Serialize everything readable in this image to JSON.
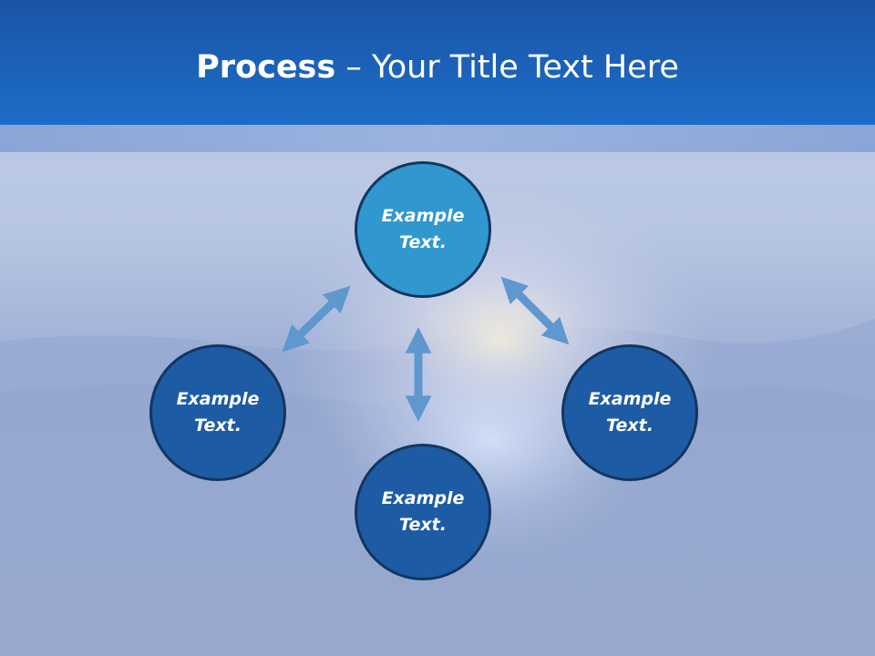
{
  "header": {
    "title_bold": "Process",
    "title_rest": " – Your Title Text Here"
  },
  "colors": {
    "header": "#1a55a6",
    "circle_top": "#3097cf",
    "circle_other": "#1d5ca4",
    "arrow": "#5f97cf",
    "circle_border": "#12365f"
  },
  "diagram": {
    "nodes": [
      {
        "id": "top",
        "label": "Example\nText."
      },
      {
        "id": "left",
        "label": "Example\nText."
      },
      {
        "id": "right",
        "label": "Example\nText."
      },
      {
        "id": "bottom",
        "label": "Example\nText."
      }
    ],
    "arrows": [
      {
        "from": "top",
        "to": "left",
        "style": "double-headed"
      },
      {
        "from": "top",
        "to": "right",
        "style": "double-headed"
      },
      {
        "from": "top",
        "to": "bottom",
        "style": "double-headed"
      }
    ]
  }
}
